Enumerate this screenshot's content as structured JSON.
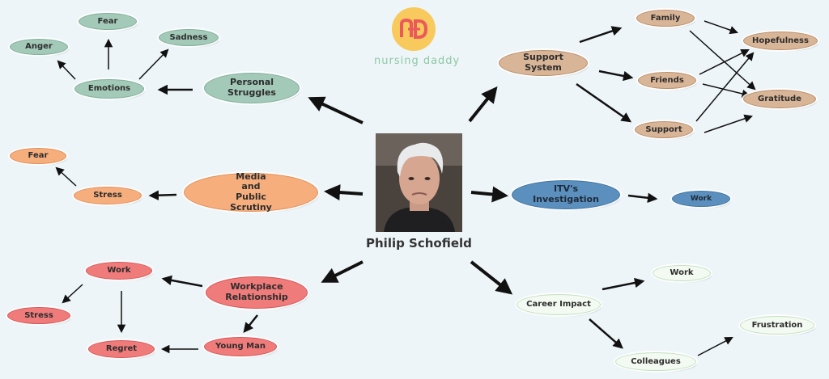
{
  "logo": {
    "text": "nursing daddy",
    "mark": "nD",
    "mark_color": "#f8c95c",
    "mark_accent": "#ea5a5a"
  },
  "center": {
    "label": "Philip Schofield"
  },
  "nodes": {
    "personal_struggles": "Personal Struggles",
    "emotions": "Emotions",
    "anger": "Anger",
    "fear_top": "Fear",
    "sadness": "Sadness",
    "media": "Media and Public Scrutiny",
    "stress_mid": "Stress",
    "fear_mid": "Fear",
    "workplace": "Workplace Relationship",
    "work_left": "Work",
    "stress_low": "Stress",
    "regret": "Regret",
    "young_man": "Young Man",
    "support_system": "Support System",
    "family": "Family",
    "friends": "Friends",
    "support": "Support",
    "hopefulness": "Hopefulness",
    "gratitude": "Gratitude",
    "itv": "ITV's Investigation",
    "work_itv": "Work",
    "career": "Career Impact",
    "work_career": "Work",
    "colleagues": "Colleagues",
    "frustration": "Frustration"
  }
}
